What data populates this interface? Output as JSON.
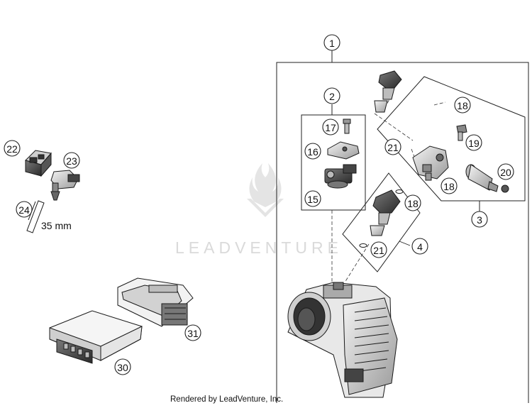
{
  "callouts": [
    {
      "id": "1",
      "label": "1"
    },
    {
      "id": "2",
      "label": "2"
    },
    {
      "id": "3",
      "label": "3"
    },
    {
      "id": "4",
      "label": "4"
    },
    {
      "id": "15",
      "label": "15"
    },
    {
      "id": "16",
      "label": "16"
    },
    {
      "id": "17",
      "label": "17"
    },
    {
      "id": "18a",
      "label": "18"
    },
    {
      "id": "18b",
      "label": "18"
    },
    {
      "id": "18c",
      "label": "18"
    },
    {
      "id": "19",
      "label": "19"
    },
    {
      "id": "20",
      "label": "20"
    },
    {
      "id": "21a",
      "label": "21"
    },
    {
      "id": "21b",
      "label": "21"
    },
    {
      "id": "22",
      "label": "22"
    },
    {
      "id": "23",
      "label": "23"
    },
    {
      "id": "24",
      "label": "24"
    },
    {
      "id": "30",
      "label": "30"
    },
    {
      "id": "31",
      "label": "31"
    }
  ],
  "hose_length": "35 mm",
  "watermark": "LEADVENTURE",
  "footer": "Rendered by LeadVenture, Inc."
}
